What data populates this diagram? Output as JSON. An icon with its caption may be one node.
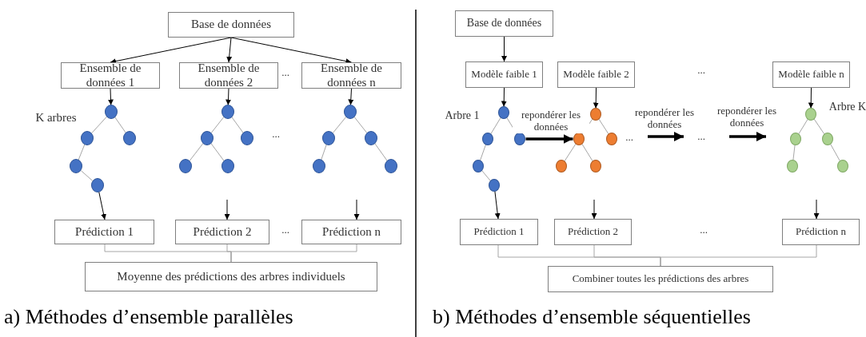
{
  "diagram": {
    "nodes": [
      {
        "text": [
          "Base de données"
        ]
      },
      {
        "text": [
          "Ensemble de données 1"
        ]
      },
      {
        "text": [
          "Ensemble de données 2"
        ]
      },
      {
        "text": [
          "Ensemble de données n"
        ]
      },
      {
        "text": [],
        "shape": "circle"
      },
      {
        "text": [],
        "shape": "circle"
      },
      {
        "text": [],
        "shape": "circle"
      },
      {
        "text": [],
        "shape": "circle"
      },
      {
        "text": [],
        "shape": "circle"
      },
      {
        "text": [],
        "shape": "circle"
      },
      {
        "text": [],
        "shape": "circle"
      },
      {
        "text": [],
        "shape": "circle"
      },
      {
        "text": [],
        "shape": "circle"
      },
      {
        "text": [],
        "shape": "circle"
      },
      {
        "text": [],
        "shape": "circle"
      },
      {
        "text": [],
        "shape": "circle"
      },
      {
        "text": [],
        "shape": "circle"
      },
      {
        "text": [],
        "shape": "circle"
      },
      {
        "text": [],
        "shape": "circle"
      },
      {
        "text": [
          "Prédiction 1"
        ]
      },
      {
        "text": [
          "Prédiction 2"
        ]
      },
      {
        "text": [
          "Prédiction n"
        ]
      },
      {
        "text": [
          "Moyenne des prédictions des arbres individuels"
        ]
      },
      {
        "text": [
          "Base de données"
        ]
      },
      {
        "text": [
          "Modèle faible 1"
        ]
      },
      {
        "text": [
          "Modèle faible 2"
        ]
      },
      {
        "text": [
          "Modèle faible n"
        ]
      },
      {
        "text": [],
        "shape": "circle"
      },
      {
        "text": [],
        "shape": "circle"
      },
      {
        "text": [],
        "shape": "circle"
      },
      {
        "text": [],
        "shape": "circle"
      },
      {
        "text": [],
        "shape": "circle"
      },
      {
        "text": [],
        "shape": "circle"
      },
      {
        "text": [],
        "shape": "circle"
      },
      {
        "text": [],
        "shape": "circle"
      },
      {
        "text": [],
        "shape": "circle"
      },
      {
        "text": [],
        "shape": "circle"
      },
      {
        "text": [],
        "shape": "circle"
      },
      {
        "text": [],
        "shape": "circle"
      },
      {
        "text": [],
        "shape": "circle"
      },
      {
        "text": [],
        "shape": "circle"
      },
      {
        "text": [],
        "shape": "circle"
      },
      {
        "text": [
          "Prédiction 1"
        ]
      },
      {
        "text": [
          "Prédiction 2"
        ]
      },
      {
        "text": [
          "Prédiction n"
        ]
      },
      {
        "text": [
          "Combiner toutes les prédictions des arbres"
        ]
      }
    ],
    "edges": [
      {
        "from": 0,
        "to": 1,
        "arrow": "to",
        "color": "#000000"
      },
      {
        "from": 0,
        "to": 2,
        "arrow": "to",
        "color": "#000000"
      },
      {
        "from": 0,
        "to": 3,
        "arrow": "to",
        "color": "#000000"
      },
      {
        "from": 1,
        "to": 4,
        "arrow": "to",
        "color": "#000000"
      },
      {
        "from": 2,
        "to": 9,
        "arrow": "to",
        "color": "#000000"
      },
      {
        "from": 3,
        "to": 14,
        "arrow": "to",
        "color": "#000000"
      },
      {
        "from": 4,
        "to": 5,
        "arrow": "none"
      },
      {
        "from": 4,
        "to": 6,
        "arrow": "none"
      },
      {
        "from": 5,
        "to": 7,
        "arrow": "none"
      },
      {
        "from": 7,
        "to": 8,
        "arrow": "none"
      },
      {
        "from": 9,
        "to": 10,
        "arrow": "none"
      },
      {
        "from": 9,
        "to": 11,
        "arrow": "none"
      },
      {
        "from": 10,
        "to": 12,
        "arrow": "none"
      },
      {
        "from": 10,
        "to": 13,
        "arrow": "none"
      },
      {
        "from": 14,
        "to": 15,
        "arrow": "none"
      },
      {
        "from": 14,
        "to": 16,
        "arrow": "none"
      },
      {
        "from": 15,
        "to": 17,
        "arrow": "none"
      },
      {
        "from": 16,
        "to": 18,
        "arrow": "none"
      },
      {
        "from": 8,
        "to": 19,
        "arrow": "to",
        "color": "#000000"
      },
      {
        "from": null,
        "to": 20,
        "arrow": "to",
        "color": "#000000"
      },
      {
        "from": null,
        "to": 21,
        "arrow": "to",
        "color": "#000000"
      },
      {
        "from": 19,
        "to": 22,
        "arrow": "none"
      },
      {
        "from": 20,
        "to": 22,
        "arrow": "none"
      },
      {
        "from": 21,
        "to": 22,
        "arrow": "none"
      },
      {
        "from": 23,
        "to": 24,
        "arrow": "to",
        "color": "#000000"
      },
      {
        "from": 24,
        "to": 27,
        "arrow": "to",
        "color": "#000000"
      },
      {
        "from": 25,
        "to": 32,
        "arrow": "to",
        "color": "#000000"
      },
      {
        "from": 26,
        "to": 37,
        "arrow": "to",
        "color": "#000000"
      },
      {
        "from": 27,
        "to": 28,
        "arrow": "none"
      },
      {
        "from": 27,
        "to": 29,
        "arrow": "none"
      },
      {
        "from": 28,
        "to": 30,
        "arrow": "none"
      },
      {
        "from": 30,
        "to": 31,
        "arrow": "none"
      },
      {
        "from": 32,
        "to": 33,
        "arrow": "none"
      },
      {
        "from": 32,
        "to": 34,
        "arrow": "none"
      },
      {
        "from": 33,
        "to": 35,
        "arrow": "none"
      },
      {
        "from": 33,
        "to": 36,
        "arrow": "none"
      },
      {
        "from": 37,
        "to": 38,
        "arrow": "none"
      },
      {
        "from": 37,
        "to": 39,
        "arrow": "none"
      },
      {
        "from": 38,
        "to": 40,
        "arrow": "none"
      },
      {
        "from": 39,
        "to": 41,
        "arrow": "none"
      },
      {
        "from": 29,
        "to": 33,
        "arrow": "to",
        "label": "repondérer les données",
        "style": "thick",
        "color": "#000000"
      },
      {
        "from": 31,
        "to": 42,
        "arrow": "to",
        "color": "#000000"
      },
      {
        "from": null,
        "to": 43,
        "arrow": "to",
        "color": "#000000"
      },
      {
        "from": null,
        "to": 44,
        "arrow": "to",
        "color": "#000000"
      },
      {
        "from": 42,
        "to": 45,
        "arrow": "none"
      },
      {
        "from": 43,
        "to": 45,
        "arrow": "none"
      },
      {
        "from": 44,
        "to": 45,
        "arrow": "none"
      }
    ],
    "labels": [
      "...",
      "K arbres",
      "...",
      "...",
      "a) Méthodes d’ensemble parallèles",
      "...",
      "Arbre 1",
      "...",
      "repondérer les données",
      "...",
      "repondérer les données",
      "Arbre K",
      "...",
      "b) Méthodes d’ensemble séquentielles"
    ]
  }
}
